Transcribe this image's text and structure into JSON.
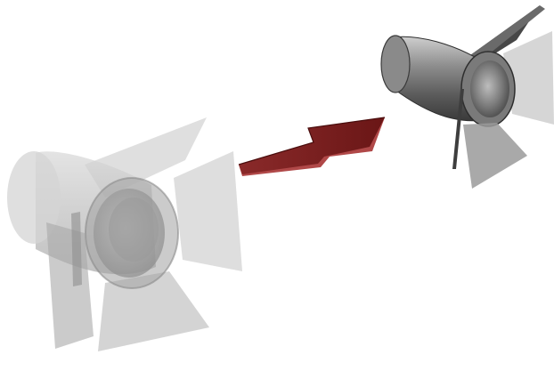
{
  "scene": {
    "background_color": "#ffffff",
    "subject": "spotlight-transform-illustration",
    "objects": [
      {
        "name": "ghost-spotlight",
        "style": "translucent",
        "color": "#9a9a9a"
      },
      {
        "name": "transform-arrow",
        "color": "#7a1f1f"
      },
      {
        "name": "solid-spotlight",
        "style": "opaque",
        "color": "#6e6e6e"
      }
    ]
  }
}
